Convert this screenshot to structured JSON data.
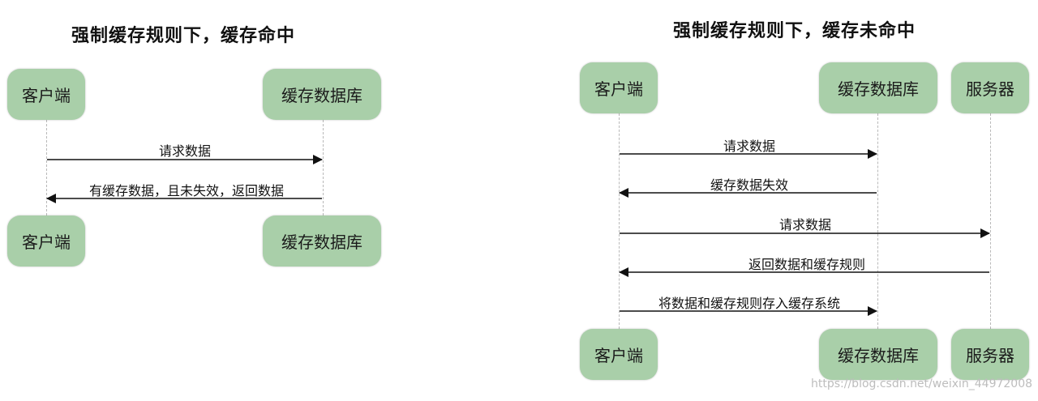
{
  "left": {
    "title": "强制缓存规则下，缓存命中",
    "client": "客户端",
    "cache": "缓存数据库",
    "msg1": "请求数据",
    "msg2": "有缓存数据，且未失效，返回数据"
  },
  "right": {
    "title": "强制缓存规则下，缓存未命中",
    "client": "客户端",
    "cache": "缓存数据库",
    "server": "服务器",
    "msg1": "请求数据",
    "msg2": "缓存数据失效",
    "msg3": "请求数据",
    "msg4": "返回数据和缓存规则",
    "msg5": "将数据和缓存规则存入缓存系统"
  },
  "watermark": "https://blog.csdn.net/weixin_44972008"
}
